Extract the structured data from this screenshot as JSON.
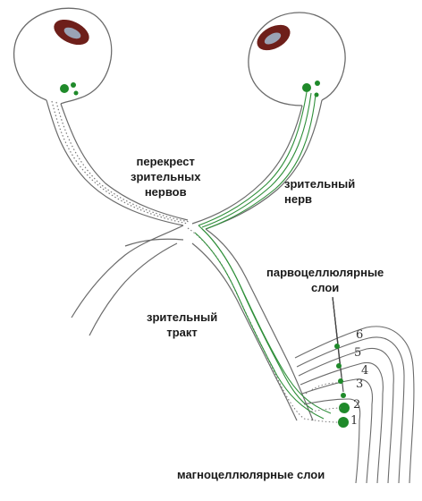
{
  "labels": {
    "chiasm": [
      "перекрест",
      "зрительных",
      "нервов"
    ],
    "nerve": [
      "зрительный",
      "нерв"
    ],
    "tract": [
      "зрительный",
      "тракт"
    ],
    "parvo": [
      "парвоцеллюлярные",
      "слои"
    ],
    "magno": "магноцеллюлярные слои"
  },
  "layer_numbers": [
    "6",
    "5",
    "4",
    "3",
    "2",
    "1"
  ],
  "colors": {
    "outline": "#6b6b6b",
    "fiber_green": "#2f8f3a",
    "cell_green": "#1f8a2a",
    "lens_brown": "#6e1f1a",
    "lens_gray": "#9aa3b5",
    "dots": "#7a7a7a"
  }
}
